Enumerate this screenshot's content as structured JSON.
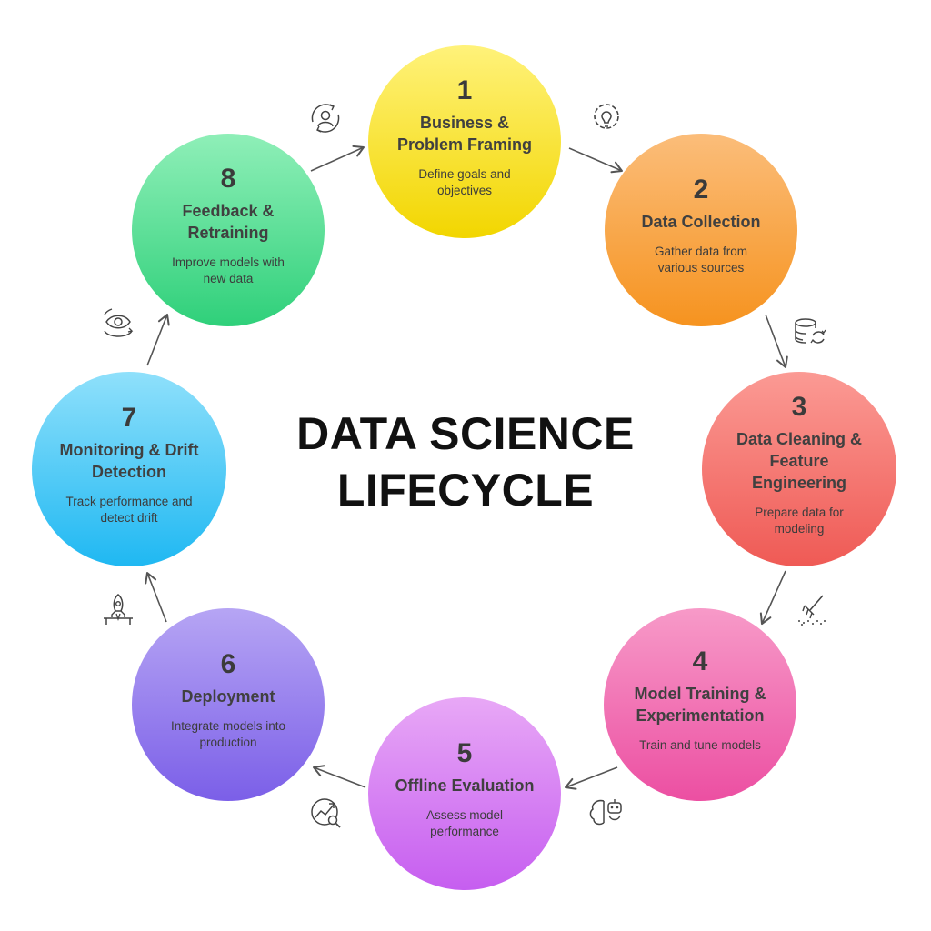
{
  "title": {
    "line1": "DATA SCIENCE",
    "line2": "LIFECYCLE"
  },
  "stages": [
    {
      "number": "1",
      "name_lines": [
        "Business &",
        "Problem Framing"
      ],
      "desc_lines": [
        "Define goals and",
        "objectives"
      ],
      "color_top": "#fff27a",
      "color_bottom": "#f2d600",
      "icon": "gear-bulb-icon"
    },
    {
      "number": "2",
      "name_lines": [
        "Data Collection"
      ],
      "desc_lines": [
        "Gather data from",
        "various sources"
      ],
      "color_top": "#fbbd7a",
      "color_bottom": "#f6931f",
      "icon": "database-sync-icon"
    },
    {
      "number": "3",
      "name_lines": [
        "Data Cleaning &",
        "Feature",
        "Engineering"
      ],
      "desc_lines": [
        "Prepare data for",
        "modeling"
      ],
      "color_top": "#fb9a94",
      "color_bottom": "#ef5a55",
      "icon": "rake-icon"
    },
    {
      "number": "4",
      "name_lines": [
        "Model Training &",
        "Experimentation"
      ],
      "desc_lines": [
        "Train and tune models"
      ],
      "color_top": "#f79ac8",
      "color_bottom": "#ec4fa2",
      "icon": "brain-robot-icon"
    },
    {
      "number": "5",
      "name_lines": [
        "Offline Evaluation"
      ],
      "desc_lines": [
        "Assess model",
        "performance"
      ],
      "color_top": "#e8a8f6",
      "color_bottom": "#c65ef0",
      "icon": "chart-search-icon"
    },
    {
      "number": "6",
      "name_lines": [
        "Deployment"
      ],
      "desc_lines": [
        "Integrate models into",
        "production"
      ],
      "color_top": "#b6a5f4",
      "color_bottom": "#7b5fe8",
      "icon": "rocket-launch-icon"
    },
    {
      "number": "7",
      "name_lines": [
        "Monitoring & Drift",
        "Detection"
      ],
      "desc_lines": [
        "Track performance and",
        "detect drift"
      ],
      "color_top": "#8fe0fb",
      "color_bottom": "#1fb8f2",
      "icon": "eye-cycle-icon"
    },
    {
      "number": "8",
      "name_lines": [
        "Feedback &",
        "Retraining"
      ],
      "desc_lines": [
        "Improve models with",
        "new data"
      ],
      "color_top": "#8fefb8",
      "color_bottom": "#2fd07a",
      "icon": "user-cycle-icon"
    }
  ]
}
